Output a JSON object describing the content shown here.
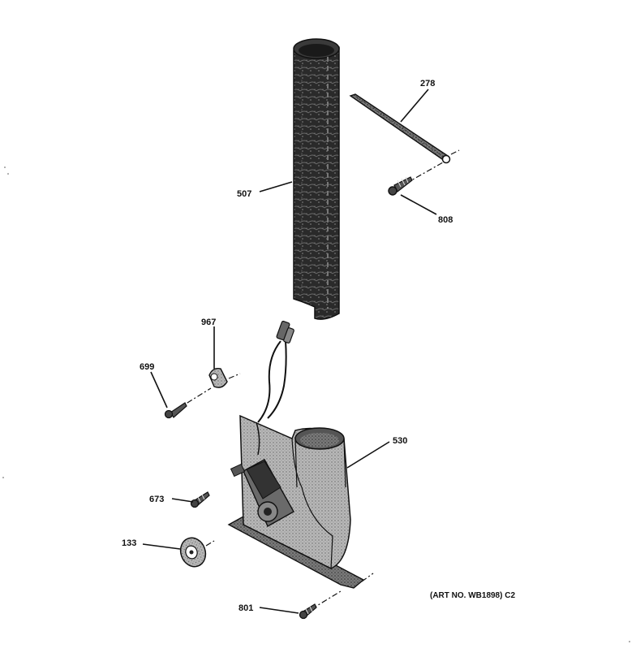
{
  "parts": [
    {
      "id": "duct",
      "label": "507"
    },
    {
      "id": "strap",
      "label": "278"
    },
    {
      "id": "strap-screw",
      "label": "808"
    },
    {
      "id": "wire-clip",
      "label": "967"
    },
    {
      "id": "clip-screw",
      "label": "699"
    },
    {
      "id": "fan-assembly",
      "label": "530"
    },
    {
      "id": "motor-screw",
      "label": "673"
    },
    {
      "id": "fan-hub",
      "label": "133"
    },
    {
      "id": "base-screw",
      "label": "801"
    }
  ],
  "art_number": "(ART NO. WB1898) C2",
  "colors": {
    "ink": "#111111",
    "duct": "#2b2b2b",
    "housing": "#8a8a8a"
  }
}
